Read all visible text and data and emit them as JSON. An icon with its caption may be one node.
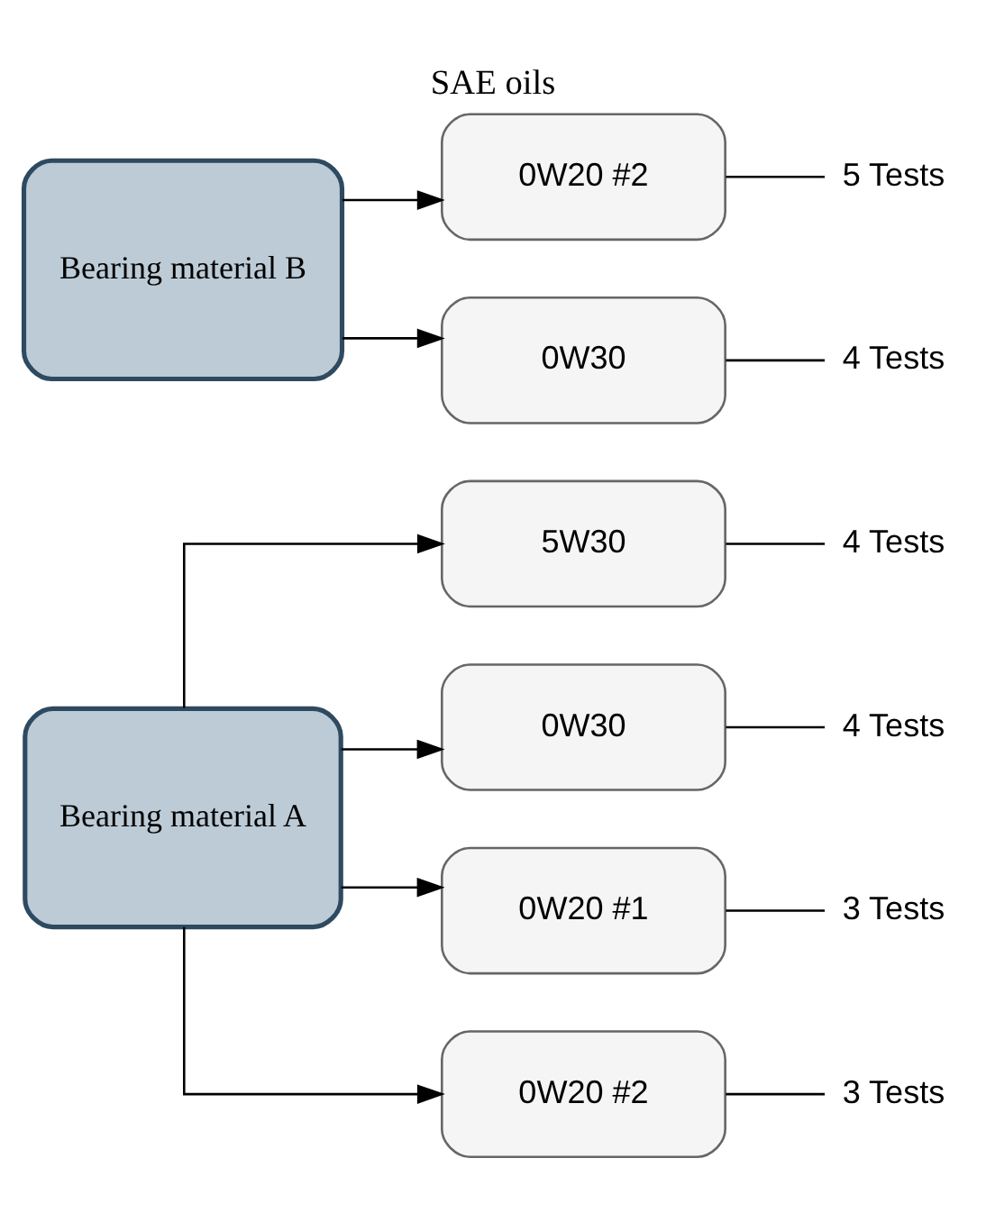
{
  "diagram": {
    "title": "SAE oils",
    "nodes": [
      {
        "text": [
          "Bearing material A"
        ]
      },
      {
        "text": [
          "5W30"
        ]
      },
      {
        "text": [
          "0W30"
        ]
      },
      {
        "text": [
          "0W20 #1"
        ]
      },
      {
        "text": [
          "0W20 #2"
        ]
      },
      {
        "text": [
          "Bearing material B"
        ]
      },
      {
        "text": [
          "0W20 #2"
        ]
      },
      {
        "text": [
          "0W30"
        ]
      },
      {
        "text": [
          "4 Tests"
        ]
      },
      {
        "text": [
          "4 Tests"
        ]
      },
      {
        "text": [
          "3 Tests"
        ]
      },
      {
        "text": [
          "3 Tests"
        ]
      },
      {
        "text": [
          "5 Tests"
        ]
      },
      {
        "text": [
          "4 Tests"
        ]
      }
    ],
    "edges": [
      {
        "from": 0,
        "to": 1,
        "arrow": "to"
      },
      {
        "from": 0,
        "to": 2,
        "arrow": "to"
      },
      {
        "from": 0,
        "to": 3,
        "arrow": "to"
      },
      {
        "from": 0,
        "to": 4,
        "arrow": "to"
      },
      {
        "from": 5,
        "to": 6,
        "arrow": "to"
      },
      {
        "from": 5,
        "to": 7,
        "arrow": "to"
      },
      {
        "from": 1,
        "to": 8,
        "arrow": "none"
      },
      {
        "from": 2,
        "to": 9,
        "arrow": "none"
      },
      {
        "from": 3,
        "to": 10,
        "arrow": "none"
      },
      {
        "from": 4,
        "to": 11,
        "arrow": "none"
      },
      {
        "from": 6,
        "to": 12,
        "arrow": "none"
      },
      {
        "from": 7,
        "to": 13,
        "arrow": "none"
      }
    ]
  }
}
